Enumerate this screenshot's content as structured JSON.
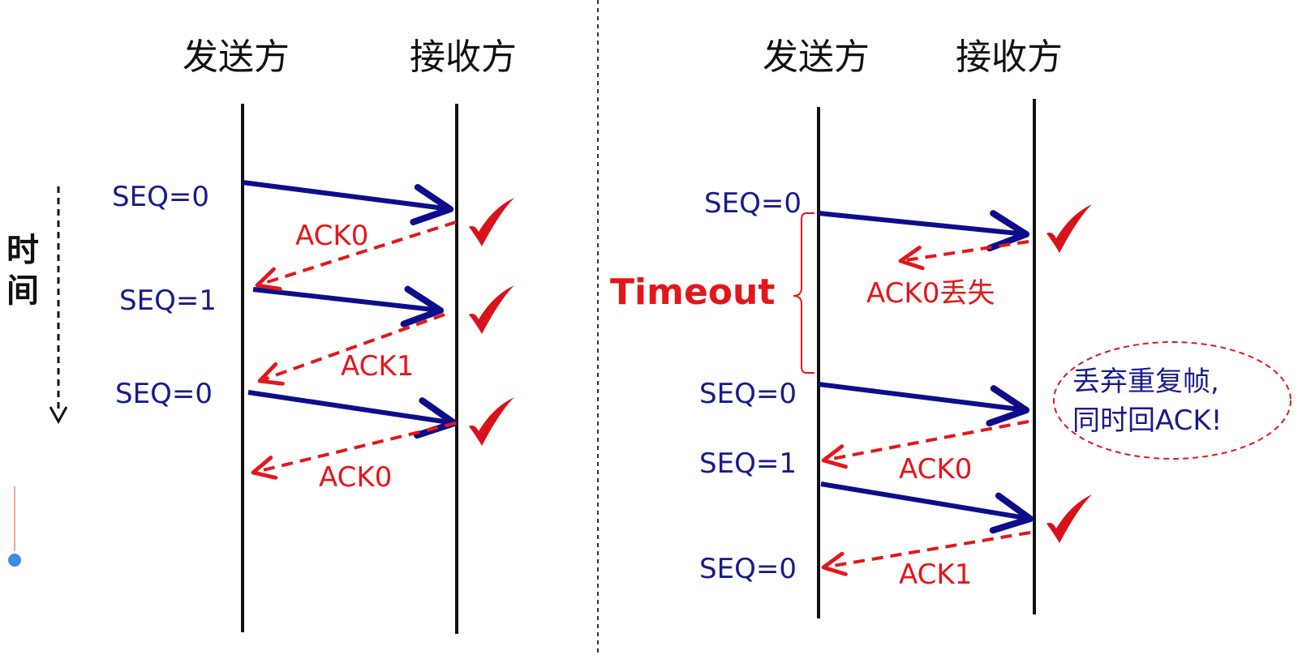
{
  "colors": {
    "seq_arrow": "#0d0d8c",
    "ack_arrow": "#e3171b",
    "lifeline": "#111111",
    "check": "#d9121a",
    "seq_text": "#1a1a8c",
    "ack_text": "#e3171b"
  },
  "time_axis": {
    "label_line1": "时",
    "label_line2": "间"
  },
  "left": {
    "sender_title": "发送方",
    "receiver_title": "接收方",
    "seq_labels": [
      "SEQ=0",
      "SEQ=1",
      "SEQ=0"
    ],
    "ack_labels": [
      "ACK0",
      "ACK1",
      "ACK0"
    ]
  },
  "right": {
    "sender_title": "发送方",
    "receiver_title": "接收方",
    "seq_labels": [
      "SEQ=0",
      "SEQ=0",
      "SEQ=1",
      "SEQ=0"
    ],
    "ack_lost_label": "ACK0丢失",
    "ack_labels": [
      "ACK0",
      "ACK1"
    ],
    "timeout_label": "Timeout",
    "note_line1": "丢弃重复帧,",
    "note_line2": "同时回ACK!"
  }
}
